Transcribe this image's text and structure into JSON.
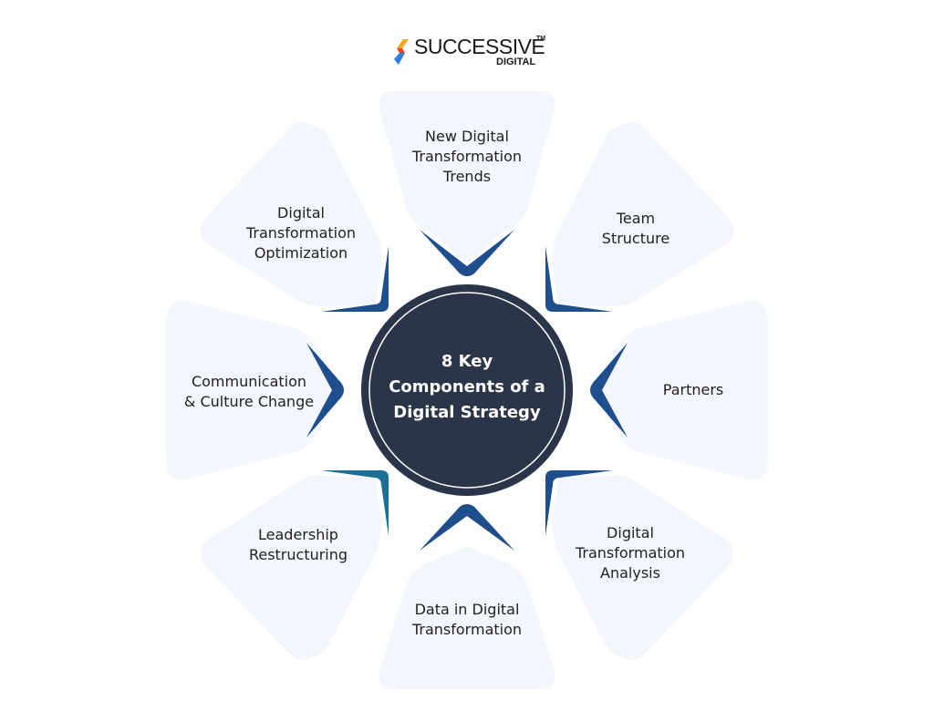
{
  "logo": {
    "name": "SUCCESSIVE",
    "trademark": "TM",
    "subtitle": "DIGITAL",
    "colors": [
      "#f5a623",
      "#e8452c",
      "#2f7fe0"
    ]
  },
  "center": {
    "title": "8 Key\nComponents of a\nDigital Strategy",
    "fill": "#2b3549",
    "ring": "#ffffff"
  },
  "colors": {
    "petal_fill": "#f3f6fd",
    "chevron": "#1f4e8c",
    "chevron_teal": "#1d6f96",
    "text": "#222222"
  },
  "components": [
    {
      "position": "top",
      "label": "New Digital\nTransformation\nTrends"
    },
    {
      "position": "top-right",
      "label": "Team\nStructure"
    },
    {
      "position": "right",
      "label": "Partners"
    },
    {
      "position": "bottom-right",
      "label": "Digital\nTransformation\nAnalysis"
    },
    {
      "position": "bottom",
      "label": "Data in Digital\nTransformation"
    },
    {
      "position": "bottom-left",
      "label": "Leadership\nRestructuring"
    },
    {
      "position": "left",
      "label": "Communication\n& Culture Change"
    },
    {
      "position": "top-left",
      "label": "Digital\nTransformation\nOptimization"
    }
  ]
}
